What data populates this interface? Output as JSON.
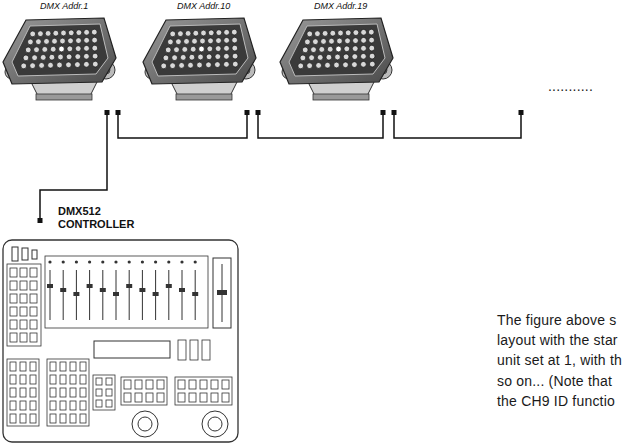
{
  "diagram": {
    "nodes": [
      {
        "text": [
          "DMX Addr.1"
        ]
      },
      {
        "text": [
          "DMX Addr.10"
        ]
      },
      {
        "text": [
          "DMX Addr.19"
        ]
      },
      {
        "text": [
          "DMX512 CONTROLLER"
        ]
      }
    ],
    "edges": [
      {
        "from": 3,
        "to": 0,
        "arrow": "none"
      },
      {
        "from": 0,
        "to": 1,
        "arrow": "none"
      },
      {
        "from": 1,
        "to": 2,
        "arrow": "none"
      }
    ],
    "labels": [
      "...........",
      "The figure above s",
      "layout with the star",
      "unit set at 1, with th",
      "so on... (Note that",
      "the CH9 ID functio"
    ]
  }
}
